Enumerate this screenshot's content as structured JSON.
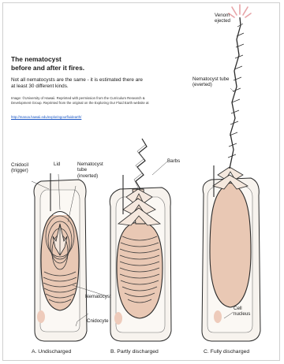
{
  "header": {
    "title_line1": "The nematocyst",
    "title_line2": "before and after it fires.",
    "intro": "Not all nematocysts are the same - it is estimated there are at least 30 different kinds.",
    "credit": "Image: ©University of Hawaii. Reprinted with permission from the Curriculum Research & Development Group. Reprinted from the original on the Exploring Our Fluid Earth website at",
    "credit_link": "http://manoa.hawaii.edu/exploringourfluidearth/"
  },
  "labels": {
    "venom": "Venom\nejected",
    "tube_everted": "Nematocyst tube\n(everted)",
    "cnidocil": "Cnidocil\n(trigger)",
    "lid": "Lid",
    "tube_inverted": "Nematocyst\ntube\n(inverted)",
    "barbs": "Barbs",
    "nematocyst": "Nematocyst",
    "cnidocyte": "Cnidocyte",
    "cell_nucleus": "Cell\nnucleus"
  },
  "captions": {
    "a": "A. Undischarged",
    "b": "B. Partly discharged",
    "c": "C. Fully discharged"
  },
  "colors": {
    "cell_fill": "#f7f3ee",
    "capsule_fill": "#e9c8b4",
    "nucleus_fill": "#eecbbb",
    "outline": "#2a2a2a",
    "venom": "#e7a4a7",
    "link": "#1a56c4"
  }
}
